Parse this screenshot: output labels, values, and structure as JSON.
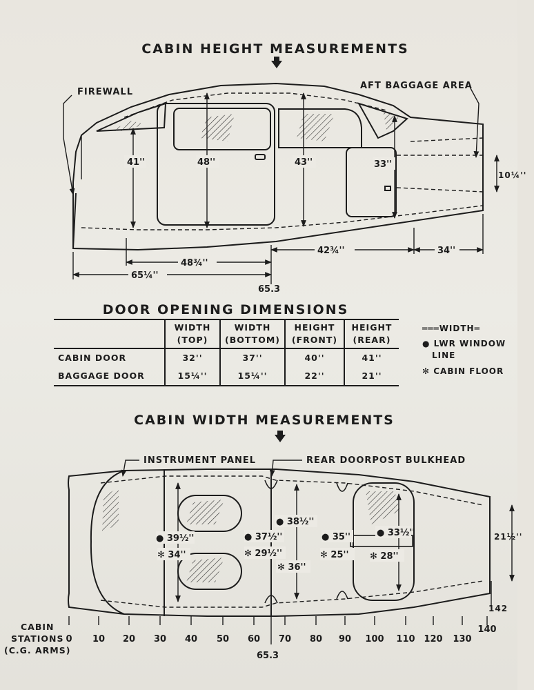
{
  "titles": {
    "cabin_height": "CABIN HEIGHT MEASUREMENTS",
    "door_opening": "DOOR OPENING DIMENSIONS",
    "cabin_width": "CABIN WIDTH MEASUREMENTS"
  },
  "height_diagram": {
    "labels": {
      "firewall": "FIREWALL",
      "aft_baggage": "AFT BAGGAGE AREA"
    },
    "heights": [
      "41''",
      "48''",
      "43''",
      "33''",
      "10¼''"
    ],
    "lengths": [
      "48¾''",
      "65¼''",
      "42¾''",
      "34''"
    ],
    "station": "65.3"
  },
  "door_table": {
    "headers": [
      {
        "line1": "",
        "line2": ""
      },
      {
        "line1": "WIDTH",
        "line2": "(TOP)"
      },
      {
        "line1": "WIDTH",
        "line2": "(BOTTOM)"
      },
      {
        "line1": "HEIGHT",
        "line2": "(FRONT)"
      },
      {
        "line1": "HEIGHT",
        "line2": "(REAR)"
      }
    ],
    "rows": [
      [
        "CABIN DOOR",
        "32''",
        "37''",
        "40''",
        "41''"
      ],
      [
        "BAGGAGE DOOR",
        "15¼''",
        "15¼''",
        "22''",
        "21''"
      ]
    ]
  },
  "legend": {
    "width": "WIDTH",
    "lwr_window_line_1": "● LWR WINDOW",
    "lwr_window_line_2": "LINE",
    "cabin_floor": "✻ CABIN FLOOR"
  },
  "width_diagram": {
    "labels": {
      "instrument_panel": "INSTRUMENT PANEL",
      "rear_doorpost": "REAR DOORPOST BULKHEAD"
    },
    "window_widths": [
      "● 39½''",
      "● 37½''",
      "● 38½''",
      "● 35''",
      "● 33½''"
    ],
    "floor_widths": [
      "✻ 34''",
      "✻ 29½''",
      "✻ 36''",
      "✻ 25''",
      "✻ 28''"
    ],
    "tail_width": "21½''",
    "station_142": "142",
    "station_65": "65.3"
  },
  "stations": {
    "label_1": "CABIN",
    "label_2": "STATIONS",
    "label_3": "(C.G. ARMS)",
    "ticks": [
      "0",
      "10",
      "20",
      "30",
      "40",
      "50",
      "60",
      "70",
      "80",
      "90",
      "100",
      "110",
      "120",
      "130",
      "140"
    ]
  }
}
